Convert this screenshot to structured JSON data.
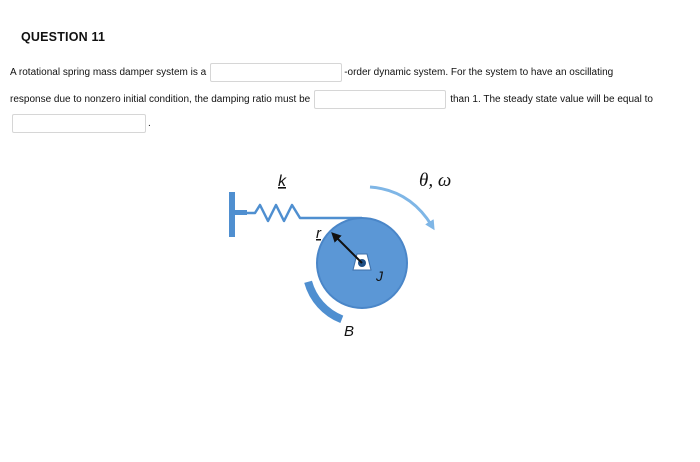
{
  "question": {
    "title": "QUESTION 11",
    "line1_a": "A rotational spring mass damper system is a",
    "line1_b": "-order dynamic system. For the system to have an oscillating",
    "line2_a": "response due to nonzero initial condition, the damping ratio must be",
    "line2_b": "than 1. The steady state value will be equal to",
    "line3_end": ".",
    "blanks": [
      "",
      "",
      ""
    ]
  },
  "diagram": {
    "spring_label": "k",
    "radius_label": "r",
    "inertia_label": "J",
    "damper_label": "B",
    "rotation_label": "θ, ω",
    "colors": {
      "disk": "#5b97d6",
      "disk_outline": "#4a86c8",
      "wall": "#4f8fd0",
      "spring": "#4f8fd0",
      "arrow": "#7fb6e6",
      "radius_arrow": "#111111"
    }
  }
}
